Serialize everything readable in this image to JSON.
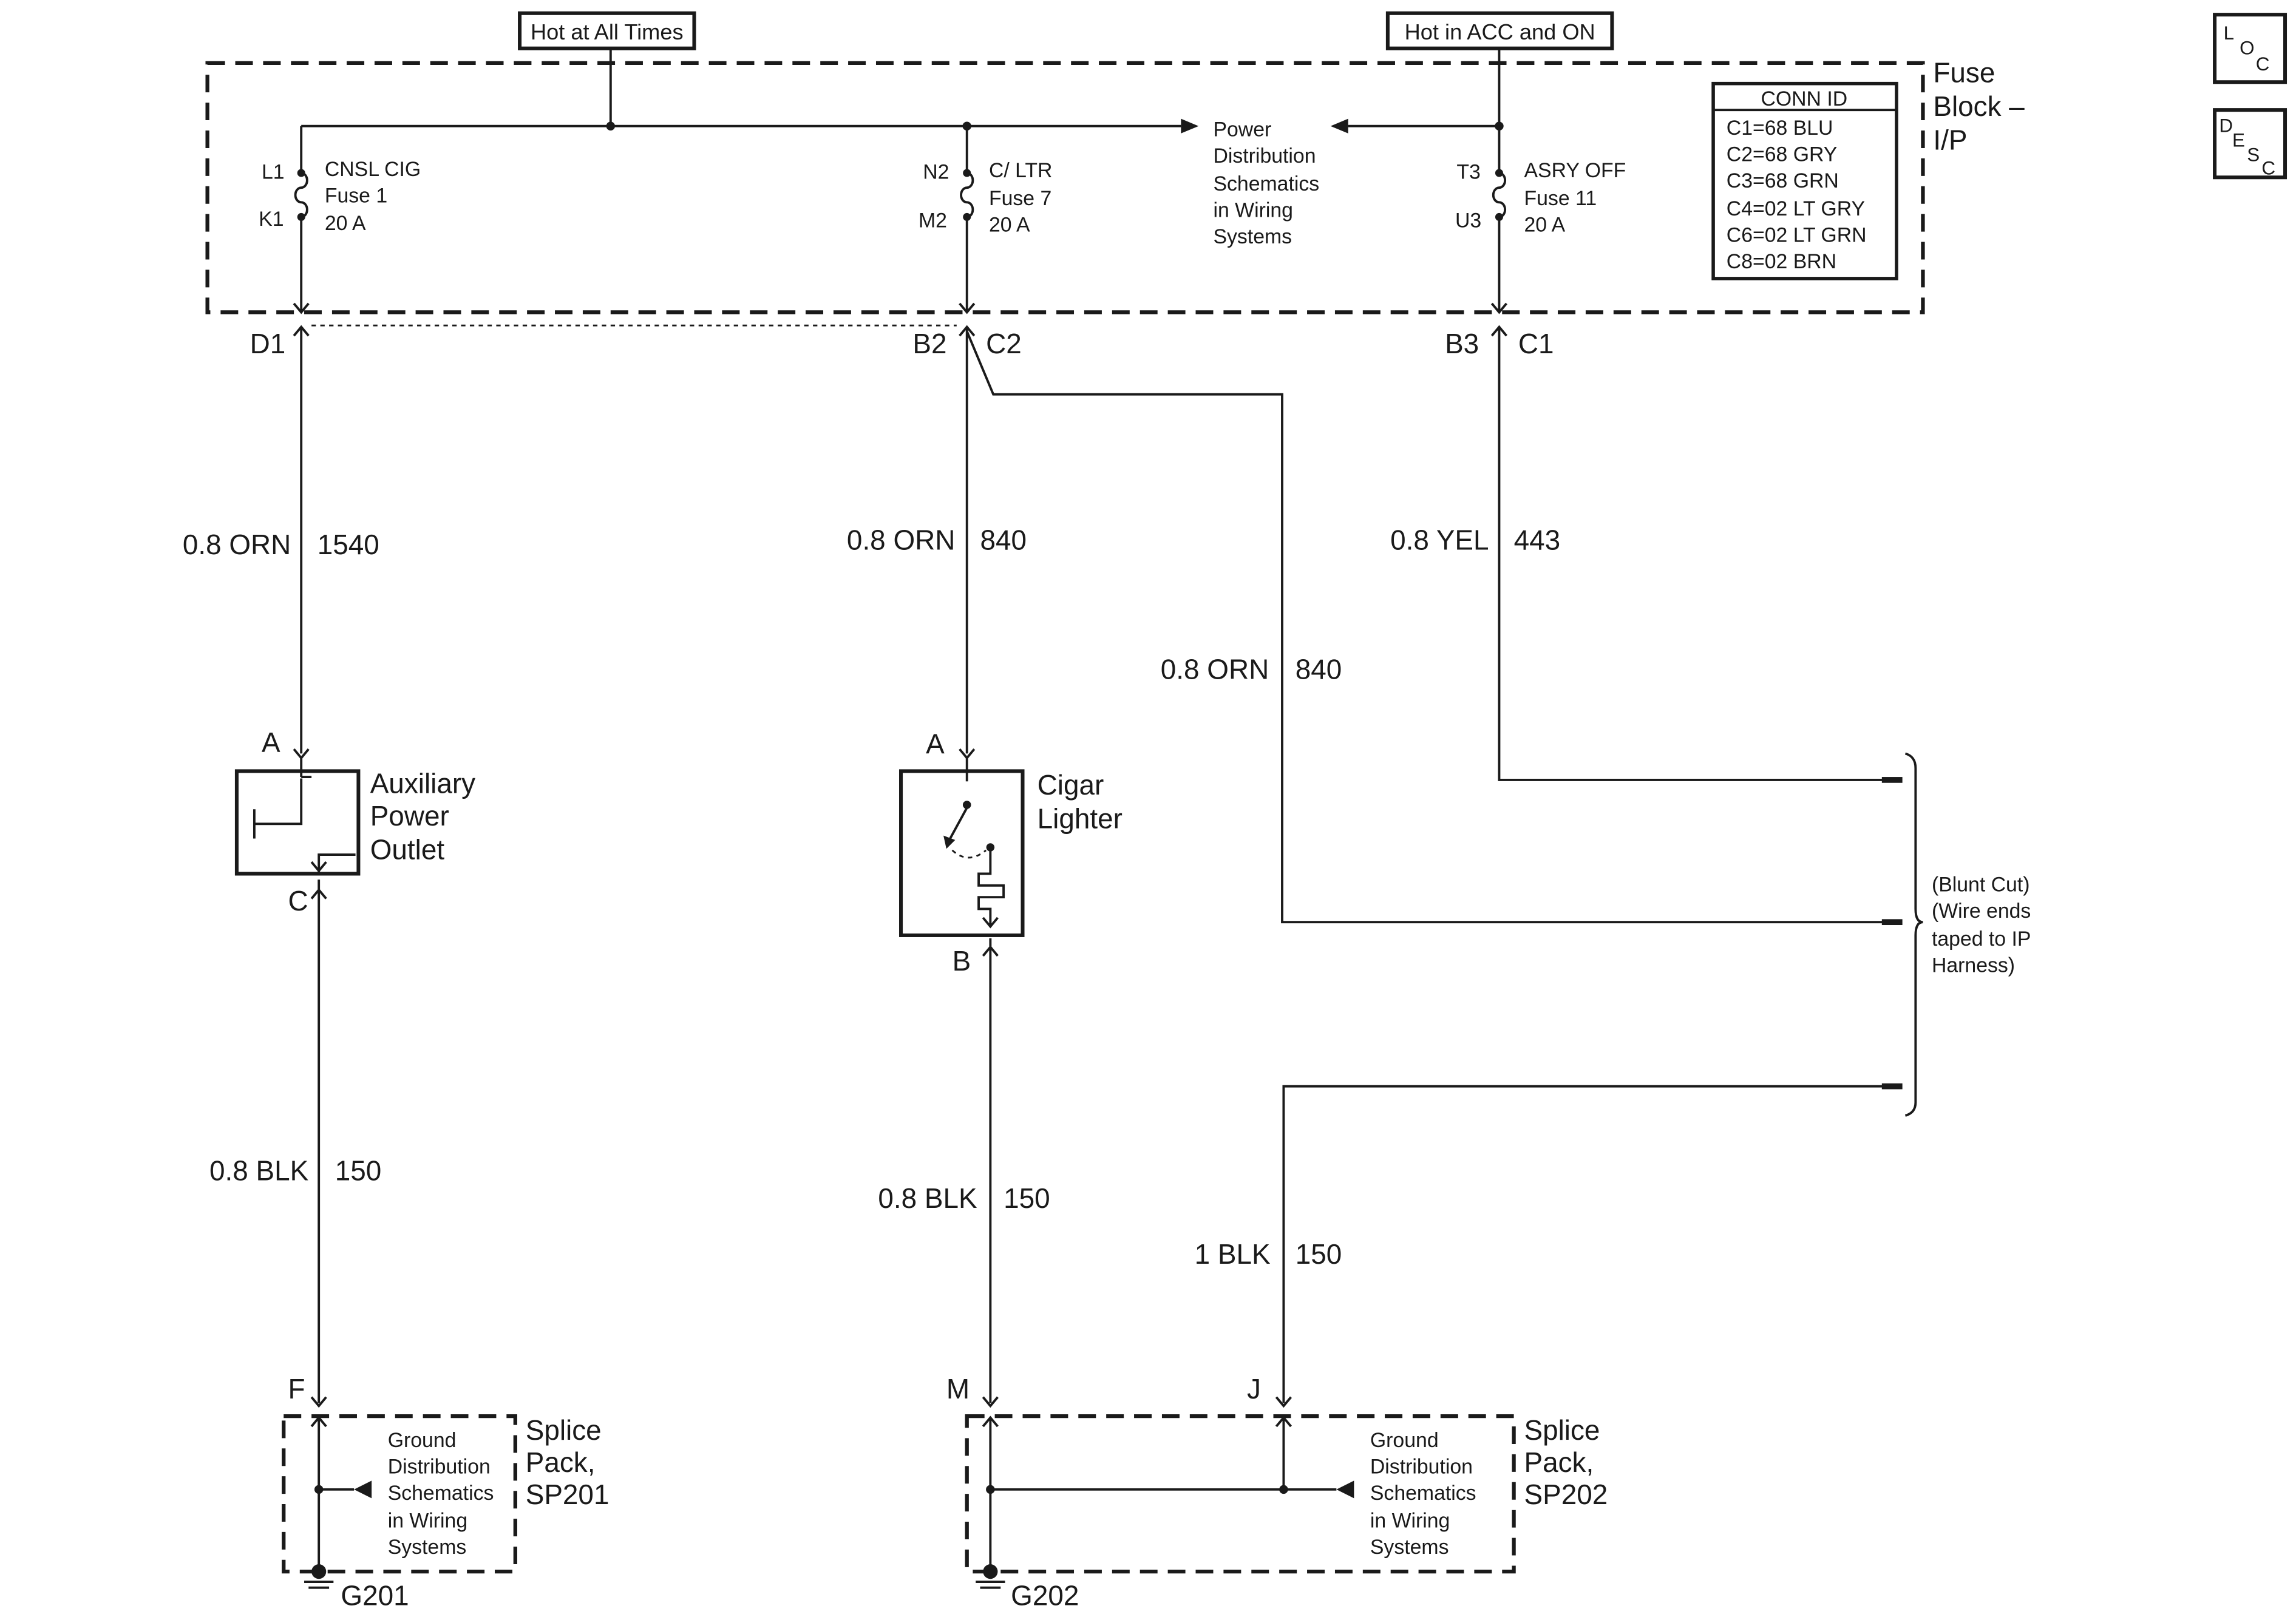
{
  "header": {
    "hot_at_all_times": "Hot at All Times",
    "hot_in_acc_and_on": "Hot in ACC and ON",
    "loc_badge": [
      "L",
      "O",
      "C"
    ],
    "desc_badge": [
      "D",
      "E",
      "S",
      "C"
    ]
  },
  "fuse_block": {
    "name_lines": [
      "Fuse",
      "Block –",
      "I/P"
    ],
    "power_distribution_lines": [
      "Power",
      "Distribution",
      "Schematics",
      "in Wiring",
      "Systems"
    ],
    "conn_id": {
      "title": "CONN ID",
      "rows": [
        "C1=68 BLU",
        "C2=68 GRY",
        "C3=68 GRN",
        "C4=02 LT GRY",
        "C6=02 LT GRN",
        "C8=02 BRN"
      ]
    },
    "fuses": [
      {
        "in_pin": "L1",
        "out_pin": "K1",
        "lines": [
          "CNSL CIG",
          "Fuse 1",
          "20 A"
        ]
      },
      {
        "in_pin": "N2",
        "out_pin": "M2",
        "lines": [
          "C/ LTR",
          "Fuse 7",
          "20 A"
        ]
      },
      {
        "in_pin": "T3",
        "out_pin": "U3",
        "lines": [
          "ASRY OFF",
          "Fuse 11",
          "20 A"
        ]
      }
    ],
    "outputs": {
      "left": "D1",
      "mid_a": "B2",
      "mid_b": "C2",
      "right_a": "B3",
      "right_b": "C1"
    }
  },
  "wires": {
    "w1540": {
      "gauge_color": "0.8 ORN",
      "circuit": "1540"
    },
    "w840a": {
      "gauge_color": "0.8 ORN",
      "circuit": "840"
    },
    "w840b": {
      "gauge_color": "0.8 ORN",
      "circuit": "840"
    },
    "w443": {
      "gauge_color": "0.8 YEL",
      "circuit": "443"
    },
    "w150a": {
      "gauge_color": "0.8 BLK",
      "circuit": "150"
    },
    "w150b": {
      "gauge_color": "0.8 BLK",
      "circuit": "150"
    },
    "w150c": {
      "gauge_color": "1 BLK",
      "circuit": "150"
    }
  },
  "components": {
    "aux_outlet": {
      "lines": [
        "Auxiliary",
        "Power",
        "Outlet"
      ],
      "pin_in": "A",
      "pin_out": "C"
    },
    "cigar_lighter": {
      "lines": [
        "Cigar",
        "Lighter"
      ],
      "pin_in": "A",
      "pin_out": "B"
    }
  },
  "blunt_cut": {
    "lines": [
      "(Blunt Cut)",
      "(Wire ends",
      "taped to IP",
      "Harness)"
    ]
  },
  "splice_packs": {
    "sp201": {
      "pin": "F",
      "name_lines": [
        "Splice",
        "Pack,",
        "SP201"
      ],
      "ground": "G201",
      "ref_lines": [
        "Ground",
        "Distribution",
        "Schematics",
        "in Wiring",
        "Systems"
      ]
    },
    "sp202": {
      "pin_m": "M",
      "pin_j": "J",
      "name_lines": [
        "Splice",
        "Pack,",
        "SP202"
      ],
      "ground": "G202",
      "ref_lines": [
        "Ground",
        "Distribution",
        "Schematics",
        "in Wiring",
        "Systems"
      ]
    }
  }
}
